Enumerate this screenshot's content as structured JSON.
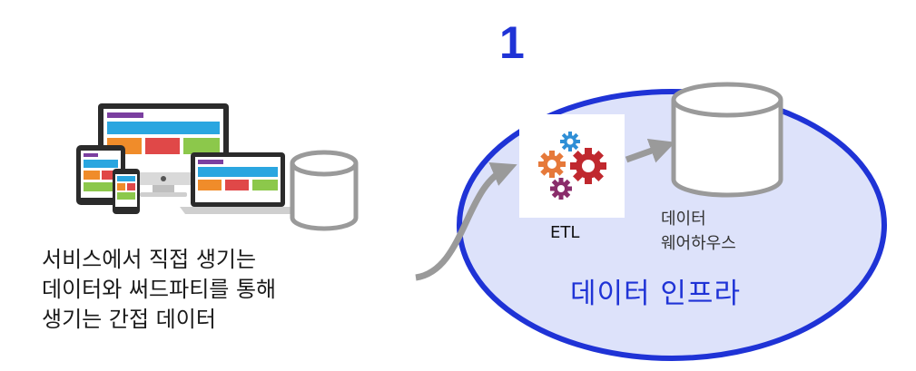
{
  "source": {
    "lines": [
      "서비스에서 직접 생기는",
      "데이터와 써드파티를 통해",
      "생기는 간접 데이터"
    ]
  },
  "step_number": "1",
  "etl_label": "ETL",
  "data_warehouse": {
    "lines": [
      "데이터",
      "웨어하우스"
    ]
  },
  "infra_label": "데이터 인프라",
  "colors": {
    "ellipse_fill": "#dde2fa",
    "ellipse_stroke": "#1f33d6",
    "arrow": "#9a9a9a",
    "cylinder_stroke": "#9a9a9a",
    "gear_orange": "#e6793a",
    "gear_red": "#c0282e",
    "gear_blue": "#2f8fd6",
    "gear_purple": "#8a2d6b"
  }
}
